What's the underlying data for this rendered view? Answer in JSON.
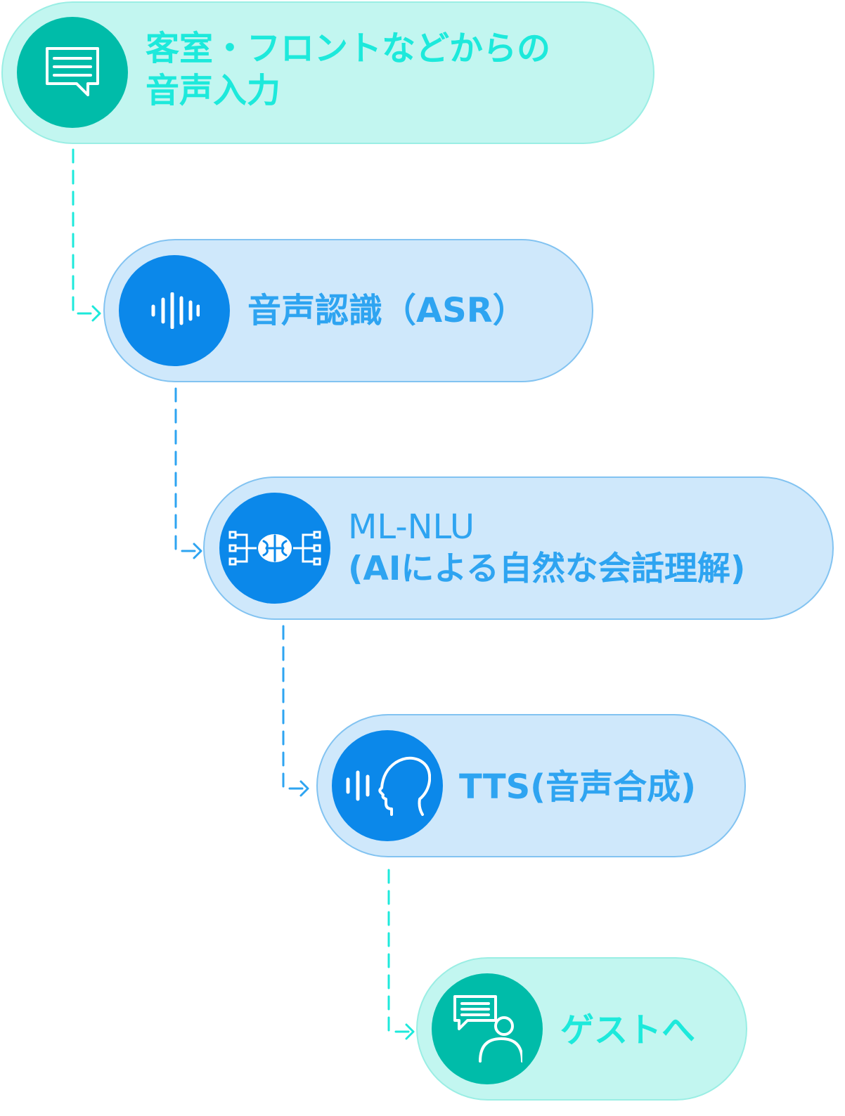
{
  "steps": [
    {
      "id": "voice-input",
      "lines": [
        "客室・フロントなどからの",
        "音声入力"
      ],
      "icon": "chat-bubble-icon",
      "theme": "teal"
    },
    {
      "id": "asr",
      "lines": [
        "音声認識（ASR）"
      ],
      "icon": "sound-wave-icon",
      "theme": "blue"
    },
    {
      "id": "ml-nlu",
      "lines": [
        "ML-NLU",
        "(AIによる自然な会話理解)"
      ],
      "icon": "ai-brain-network-icon",
      "theme": "blue"
    },
    {
      "id": "tts",
      "lines": [
        "TTS(音声合成)"
      ],
      "icon": "speaking-head-icon",
      "theme": "blue"
    },
    {
      "id": "to-guest",
      "lines": [
        "ゲストへ"
      ],
      "icon": "guest-chat-user-icon",
      "theme": "teal"
    }
  ],
  "colors": {
    "teal_fill": "#c2f6f0",
    "teal_badge": "#00bca9",
    "teal_text": "#1de9db",
    "blue_fill": "#cfe8fb",
    "blue_badge": "#0b88ea",
    "blue_text": "#2ea4f1",
    "connector_teal": "#1de9db",
    "connector_blue": "#2ea4f1"
  }
}
